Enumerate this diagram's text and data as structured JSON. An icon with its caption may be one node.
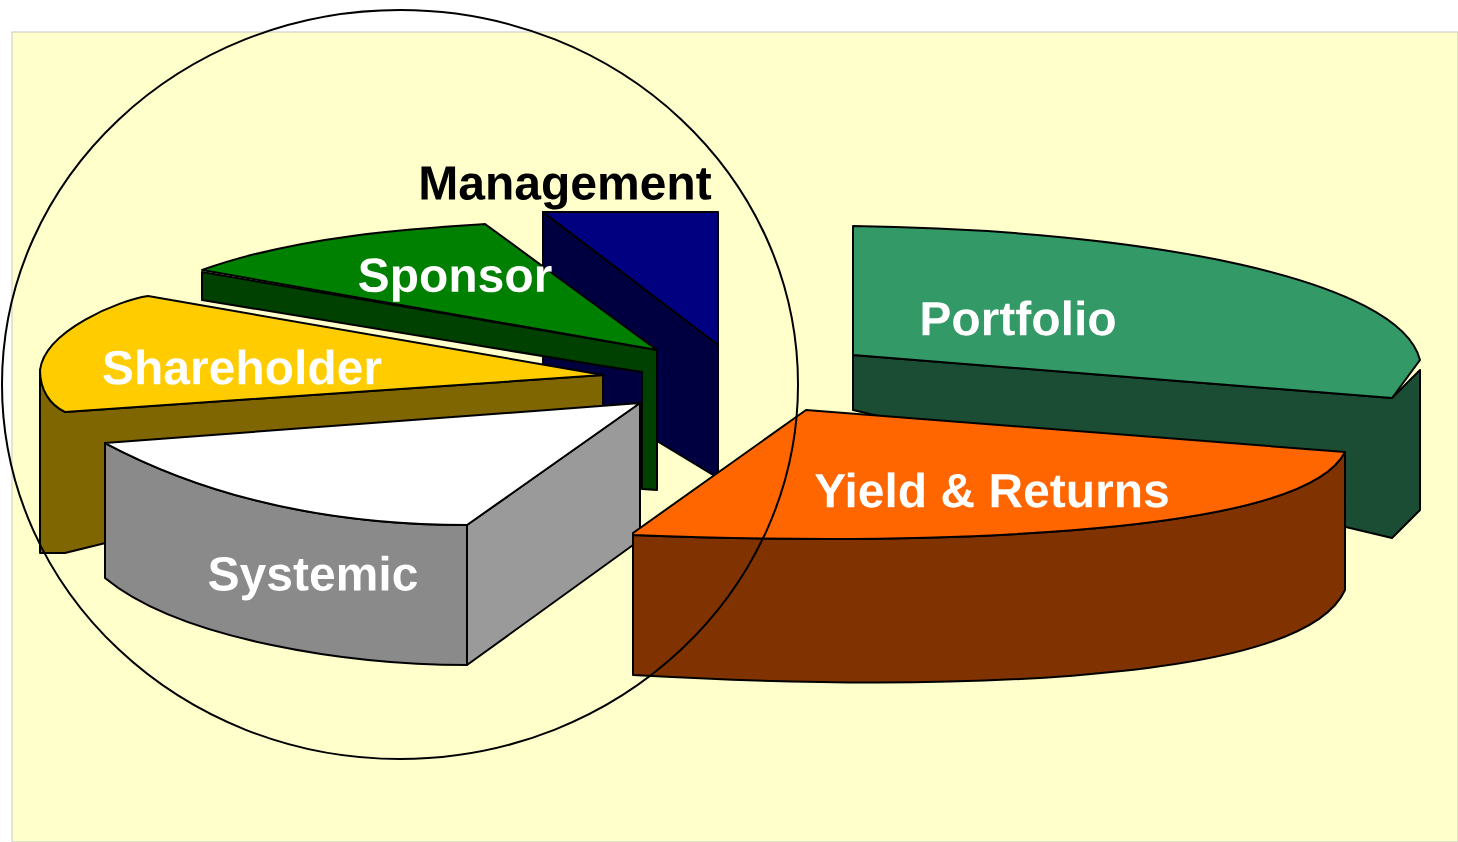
{
  "diagram": {
    "nodes": [
      {
        "text": [],
        "shape": "circle"
      },
      {
        "text": [
          "Management"
        ],
        "in": 0
      },
      {
        "text": [
          "Sponsor"
        ],
        "in": 0
      },
      {
        "text": [
          "Portfolio"
        ]
      },
      {
        "text": [
          "Shareholder"
        ],
        "in": 0
      },
      {
        "text": [
          "Yield & Returns"
        ]
      },
      {
        "text": [
          "Systemic"
        ],
        "in": 0
      }
    ],
    "edges": []
  }
}
